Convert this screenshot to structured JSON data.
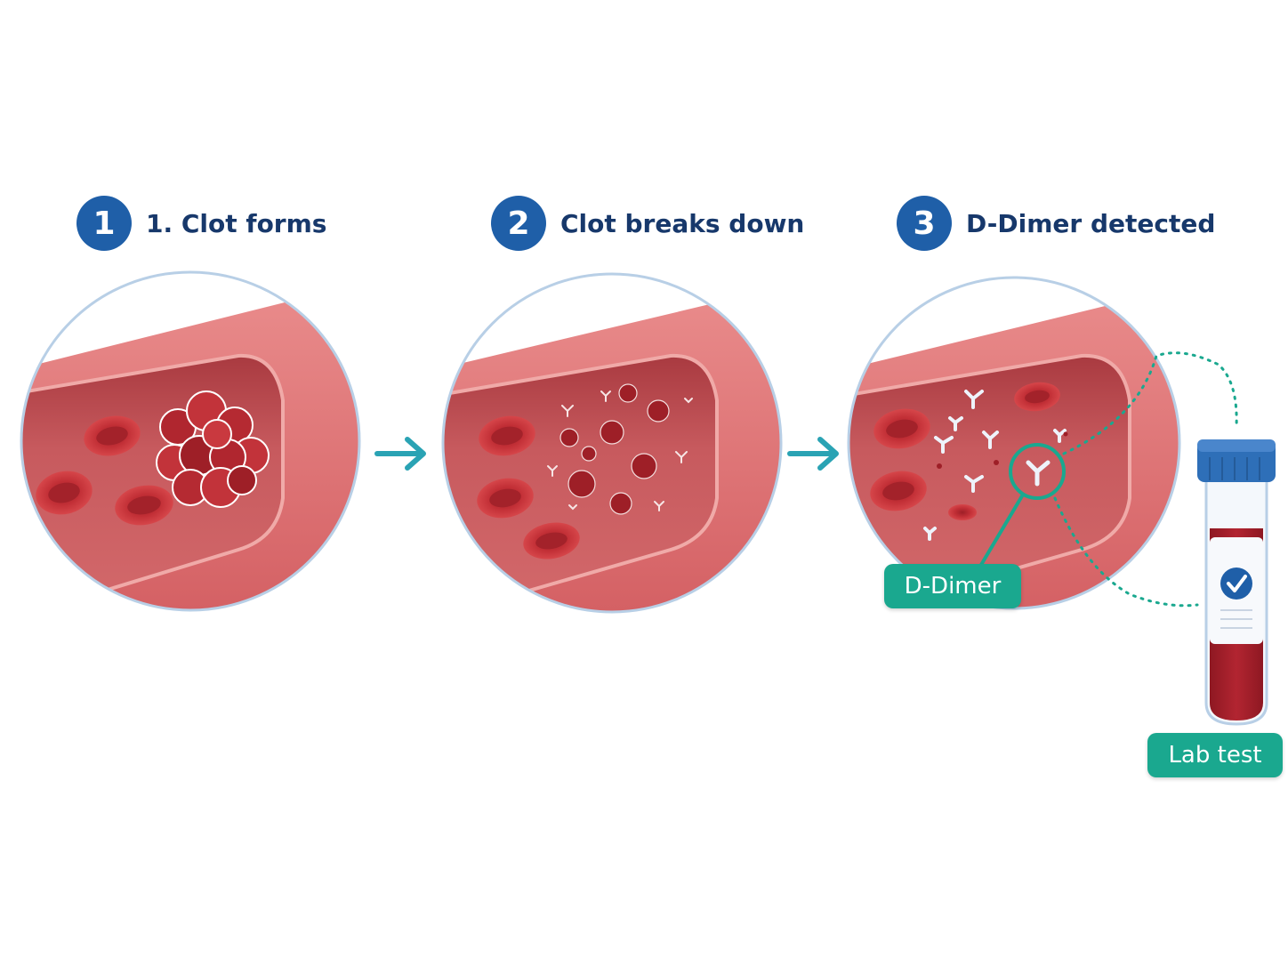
{
  "steps": [
    {
      "number": "1",
      "title": "1. Clot forms"
    },
    {
      "number": "2",
      "title": "Clot breaks down"
    },
    {
      "number": "3",
      "title": "D-Dimer detected"
    }
  ],
  "labels": {
    "ddimer": "D-Dimer",
    "lab_test": "Lab test"
  },
  "colors": {
    "step_badge": "#1f5fa8",
    "title_text": "#17386b",
    "vessel": "#d8676a",
    "vessel_inner": "#b84a4f",
    "rbc": "#c8343a",
    "arrow": "#2aa3b4",
    "tag": "#1aa88f",
    "tube_cap": "#2e6fb8",
    "blood": "#a5202b"
  },
  "icons": {
    "arrow": "right-arrow-icon",
    "check": "checkmark-icon"
  }
}
